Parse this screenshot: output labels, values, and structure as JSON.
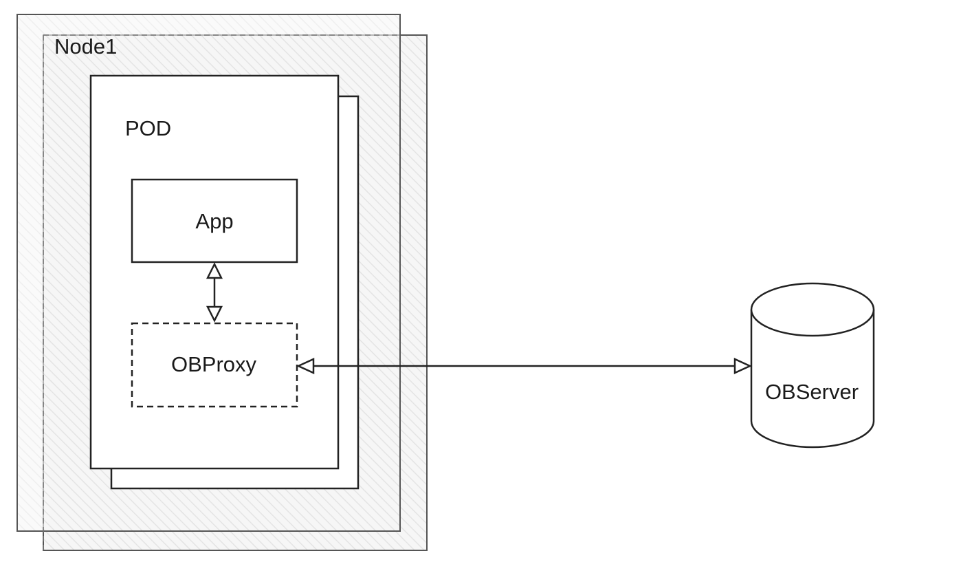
{
  "diagram": {
    "node_label": "Node1",
    "pod_label": "POD",
    "app_label": "App",
    "proxy_label": "OBProxy",
    "server_label": "OBServer"
  }
}
